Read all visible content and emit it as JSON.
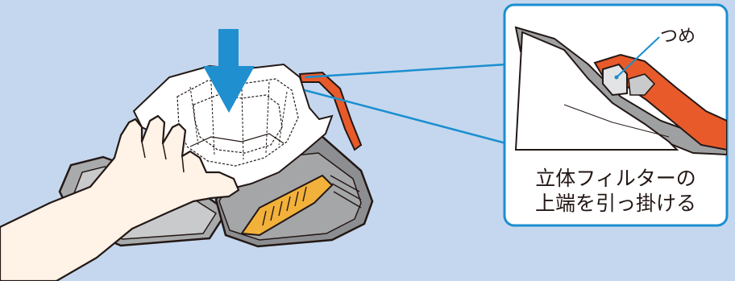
{
  "callout": {
    "title_line1": "立体フィルターの",
    "title_line2": "上端を引っ掛ける",
    "claw_label": "つめ"
  },
  "colors": {
    "background": "#c5d7ee",
    "arrow": "#1f8fd0",
    "callout_border": "#1a8fd0",
    "accent_orange": "#e85a2a",
    "handle_yellow": "#f2b13a",
    "dustbox_gray": "#8d8e91"
  },
  "icons": [
    "down-arrow-icon",
    "hand",
    "dust-box",
    "filter-bag"
  ]
}
